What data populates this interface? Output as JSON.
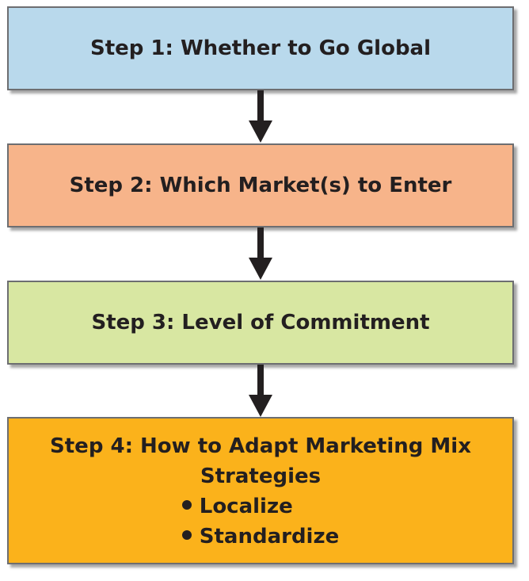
{
  "steps": [
    {
      "label": "Step 1: Whether to Go Global",
      "color": "#b9d9ec"
    },
    {
      "label": "Step 2: Which Market(s) to Enter",
      "color": "#f7b48a"
    },
    {
      "label": "Step 3: Level of Commitment",
      "color": "#d8e7a2"
    },
    {
      "label_line1": "Step 4: How to Adapt Marketing Mix",
      "label_line2": "Strategies",
      "bullets": [
        "Localize",
        "Standardize"
      ],
      "color": "#fbb21b"
    }
  ],
  "arrow_color": "#231f20"
}
